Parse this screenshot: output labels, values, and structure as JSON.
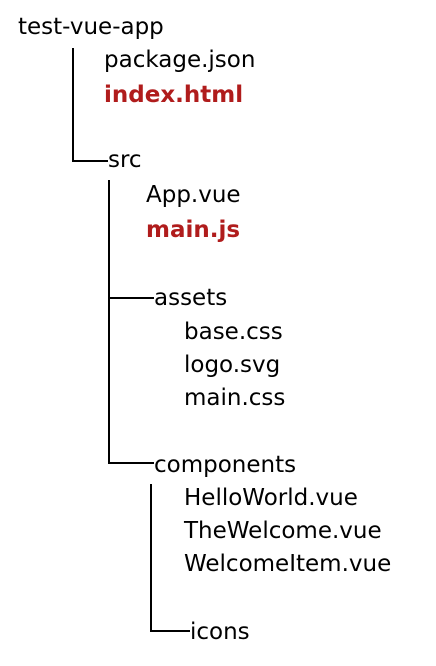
{
  "tree": {
    "root": "test-vue-app",
    "root_files": [
      {
        "name": "package.json",
        "highlight": false
      },
      {
        "name": "index.html",
        "highlight": true
      }
    ],
    "src": {
      "name": "src",
      "files": [
        {
          "name": "App.vue",
          "highlight": false
        },
        {
          "name": "main.js",
          "highlight": true
        }
      ],
      "assets": {
        "name": "assets",
        "files": [
          {
            "name": "base.css",
            "highlight": false
          },
          {
            "name": "logo.svg",
            "highlight": false
          },
          {
            "name": "main.css",
            "highlight": false
          }
        ]
      },
      "components": {
        "name": "components",
        "files": [
          {
            "name": "HelloWorld.vue",
            "highlight": false
          },
          {
            "name": "TheWelcome.vue",
            "highlight": false
          },
          {
            "name": "WelcomeItem.vue",
            "highlight": false
          }
        ],
        "icons": {
          "name": "icons"
        }
      }
    }
  },
  "colors": {
    "text": "#000000",
    "highlight": "#b01c1c",
    "lines": "#000000",
    "background": "#ffffff"
  }
}
